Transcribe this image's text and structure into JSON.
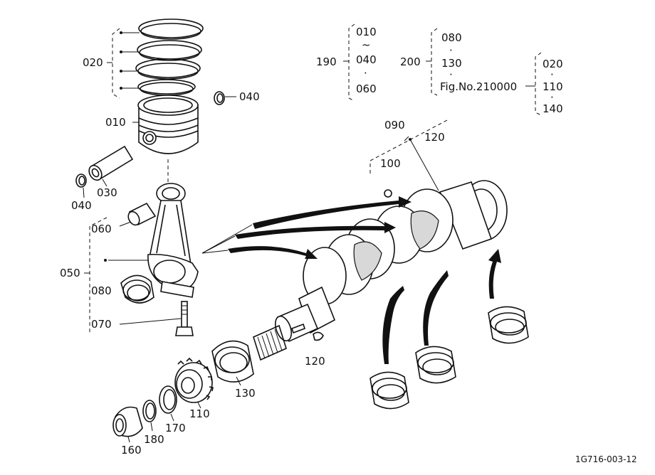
{
  "labels": {
    "piston_rings": "020",
    "piston": "010",
    "circlip_top": "040",
    "piston_pin": "030",
    "circlip_bottom": "040",
    "small_end_bushing": "060",
    "con_rod": "050",
    "big_end_bearing": "080",
    "con_rod_bolt": "070",
    "group_190": "190",
    "g190_a": "010",
    "g190_tilde": "~",
    "g190_b": "040",
    "g190_dot": "·",
    "g190_c": "060",
    "group_200": "200",
    "g200_a": "080",
    "g200_dot1": "·",
    "g200_b": "130",
    "g200_dot2": "·",
    "g200_fig": "Fig.No.210000",
    "sub_a": "020",
    "sub_dot1": "·",
    "sub_b": "110",
    "sub_dot2": "·",
    "sub_c": "140",
    "crank_group": "090",
    "crank_top": "120",
    "crankshaft": "100",
    "woodruff_key": "120",
    "thrust_bearing": "130",
    "gear": "110",
    "washer_170": "170",
    "ring_180": "180",
    "collar_160": "160",
    "figure_id": "1G716-003-12"
  }
}
